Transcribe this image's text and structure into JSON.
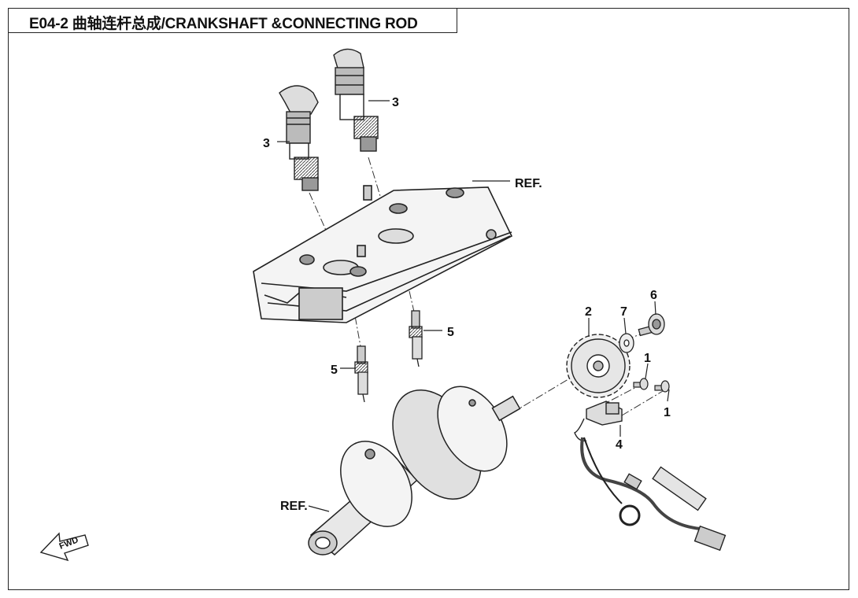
{
  "title": "E04-2   曲轴连杆总成/CRANKSHAFT &CONNECTING ROD",
  "callouts": {
    "coil_left": "3",
    "coil_right": "3",
    "cover_ref": "REF.",
    "plug_right": "5",
    "plug_left": "5",
    "sprocket": "2",
    "washer": "7",
    "flange_bolt": "6",
    "bolt_upper": "1",
    "bolt_lower": "1",
    "sensor": "4",
    "crank_ref": "REF."
  },
  "fwd_label": "FWD",
  "colors": {
    "line": "#222222",
    "frame": "#222222",
    "background": "#ffffff"
  }
}
